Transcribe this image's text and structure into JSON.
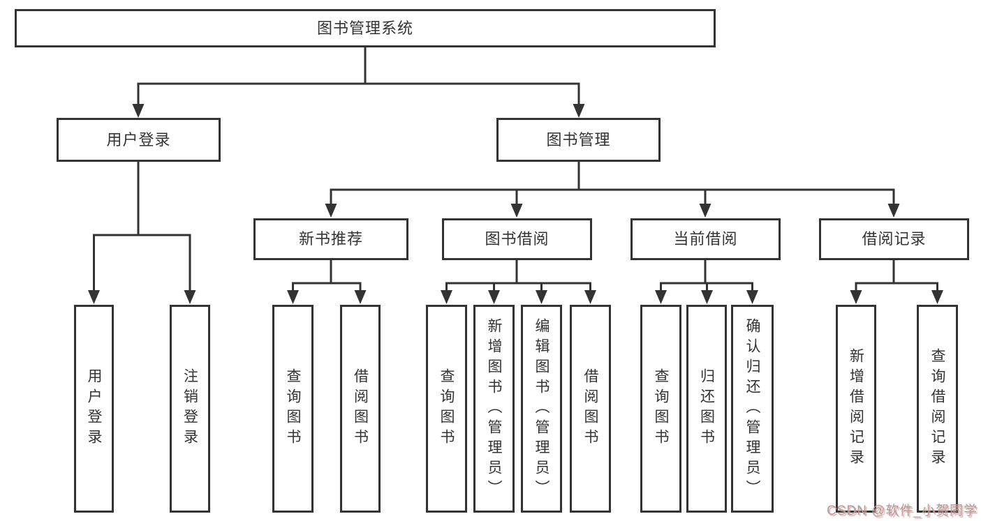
{
  "colors": {
    "line": "#333333",
    "box_border": "#333333",
    "text": "#333333",
    "background": "#ffffff",
    "watermark_gray": "#a3a3a3",
    "watermark_pink": "#f39292"
  },
  "watermark": {
    "text": "CSDN @软件_小贺同学"
  },
  "nodes": {
    "root": {
      "label": "图书管理系统"
    },
    "userLogin": {
      "label": "用户登录"
    },
    "bookMgmt": {
      "label": "图书管理"
    },
    "newBookRec": {
      "label": "新书推荐"
    },
    "bookBorrow": {
      "label": "图书借阅"
    },
    "currentBorrow": {
      "label": "当前借阅"
    },
    "borrowRecord": {
      "label": "借阅记录"
    },
    "leafUserLogin": {
      "label": "用户登录"
    },
    "leafLogout": {
      "label": "注销登录"
    },
    "leafQueryBook1": {
      "label": "查询图书"
    },
    "leafBorrowBook1": {
      "label": "借阅图书"
    },
    "leafQueryBook2": {
      "label": "查询图书"
    },
    "leafAddBook": {
      "label": "新增图书（管理员）"
    },
    "leafEditBook": {
      "label": "编辑图书（管理员）"
    },
    "leafBorrowBook2": {
      "label": "借阅图书"
    },
    "leafQueryBook3": {
      "label": "查询图书"
    },
    "leafReturnBook": {
      "label": "归还图书"
    },
    "leafConfirmReturn": {
      "label": "确认归还（管理员）"
    },
    "leafAddBorrowRecord": {
      "label": "新增借阅记录"
    },
    "leafQueryBorrowRecord": {
      "label": "查询借阅记录"
    }
  },
  "hierarchy": {
    "图书管理系统": {
      "用户登录": [
        "用户登录",
        "注销登录"
      ],
      "图书管理": {
        "新书推荐": [
          "查询图书",
          "借阅图书"
        ],
        "图书借阅": [
          "查询图书",
          "新增图书（管理员）",
          "编辑图书（管理员）",
          "借阅图书"
        ],
        "当前借阅": [
          "查询图书",
          "归还图书",
          "确认归还（管理员）"
        ],
        "借阅记录": [
          "新增借阅记录",
          "查询借阅记录"
        ]
      }
    }
  }
}
